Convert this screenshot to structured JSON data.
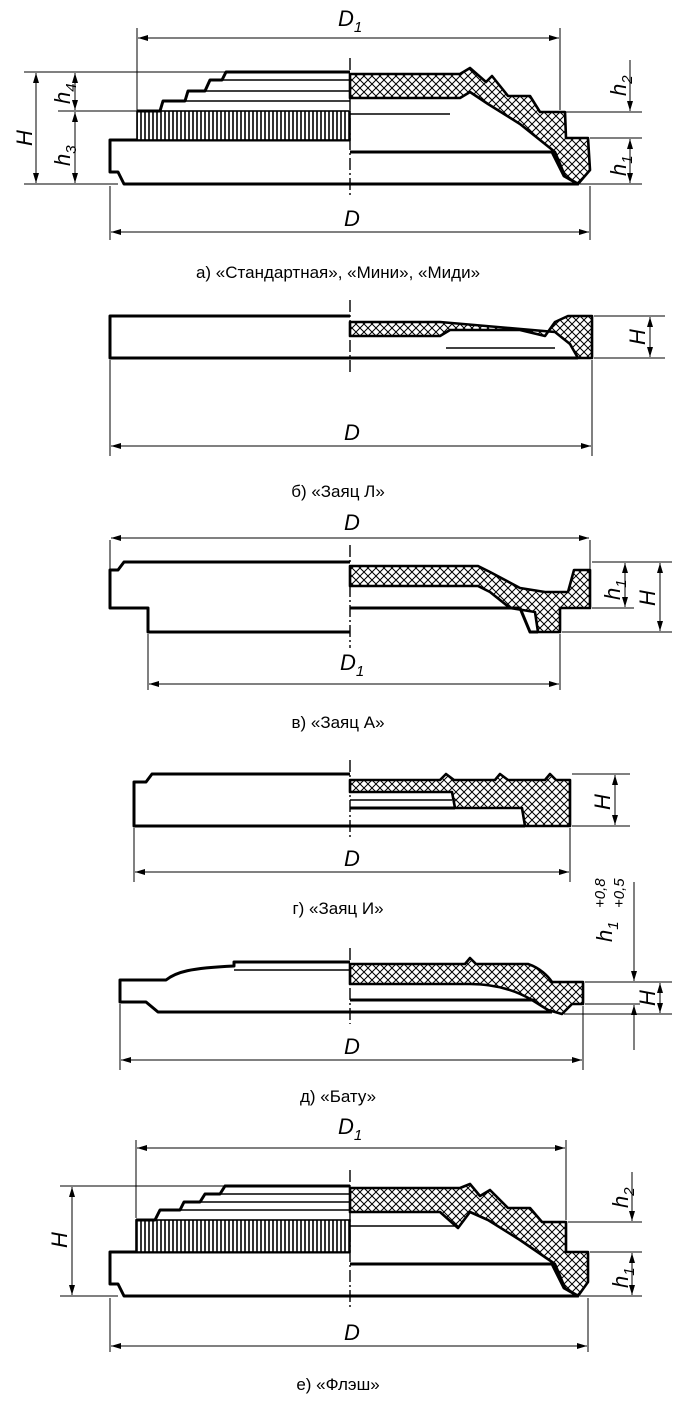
{
  "captions": {
    "a": "а) «Стандартная», «Мини», «Миди»",
    "b": "б) «Заяц Л»",
    "v": "в) «Заяц А»",
    "g": "г) «Заяц И»",
    "d": "д) «Бату»",
    "e": "е) «Флэш»"
  },
  "labels": {
    "D": "D",
    "D1": "D",
    "H": "H",
    "h": "h",
    "sub1": "1",
    "sub2": "2",
    "sub3": "3",
    "sub4": "4",
    "tol_upper": "+0,8",
    "tol_lower": "+0,5"
  }
}
